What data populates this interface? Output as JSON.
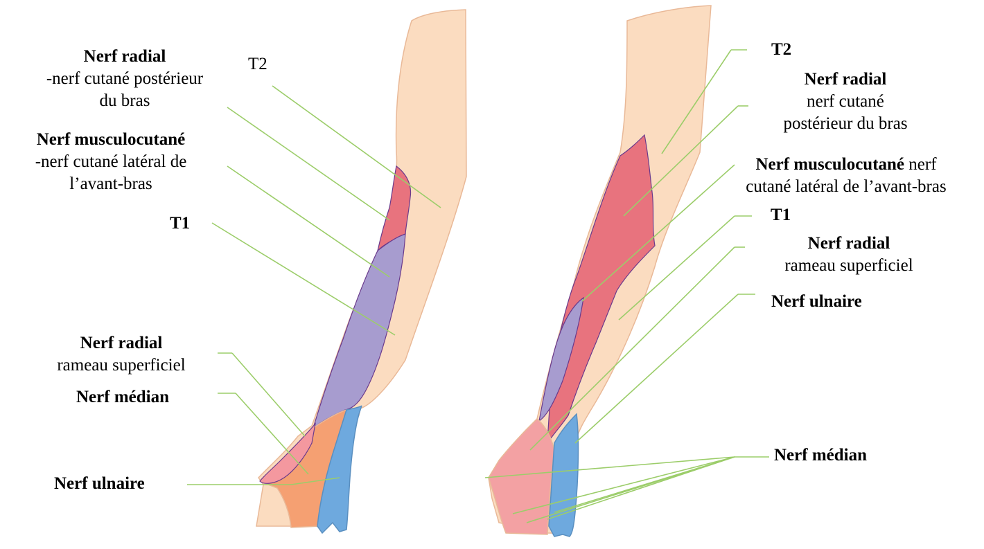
{
  "colors": {
    "skin": "#fbdcc0",
    "skin_outline": "#e9b998",
    "radial_posterior": "#e8737e",
    "musculocutaneous": "#a79ccf",
    "radial_superficial_dorsal": "#f4989f",
    "median_dorsal": "#f5a072",
    "ulnar": "#6ea9de",
    "median_palmar": "#f3a1a3",
    "nerve_outline": "#6a3a8c",
    "leader": "#9ccd6a"
  },
  "left_view": {
    "radial_title": "Nerf radial",
    "radial_sub1": "-nerf cutané postérieur",
    "radial_sub2": "du bras",
    "t2": "T2",
    "musculo_title": "Nerf musculocutané",
    "musculo_sub1": "-nerf cutané latéral de",
    "musculo_sub2": "l’avant-bras",
    "t1": "T1",
    "radial_sup_title": "Nerf radial",
    "radial_sup_sub": "rameau superficiel",
    "median": "Nerf médian",
    "ulnar": "Nerf ulnaire"
  },
  "right_view": {
    "t2": "T2",
    "radial_title": "Nerf radial",
    "radial_sub1": "nerf cutané",
    "radial_sub2": "postérieur du bras",
    "musculo_title": "Nerf musculocutané",
    "musculo_tail": " nerf",
    "musculo_sub": "cutané latéral de l’avant-bras",
    "t1": "T1",
    "radial_sup_title": "Nerf radial",
    "radial_sup_sub": "rameau superficiel",
    "ulnar": "Nerf ulnaire",
    "median": "Nerf médian"
  }
}
